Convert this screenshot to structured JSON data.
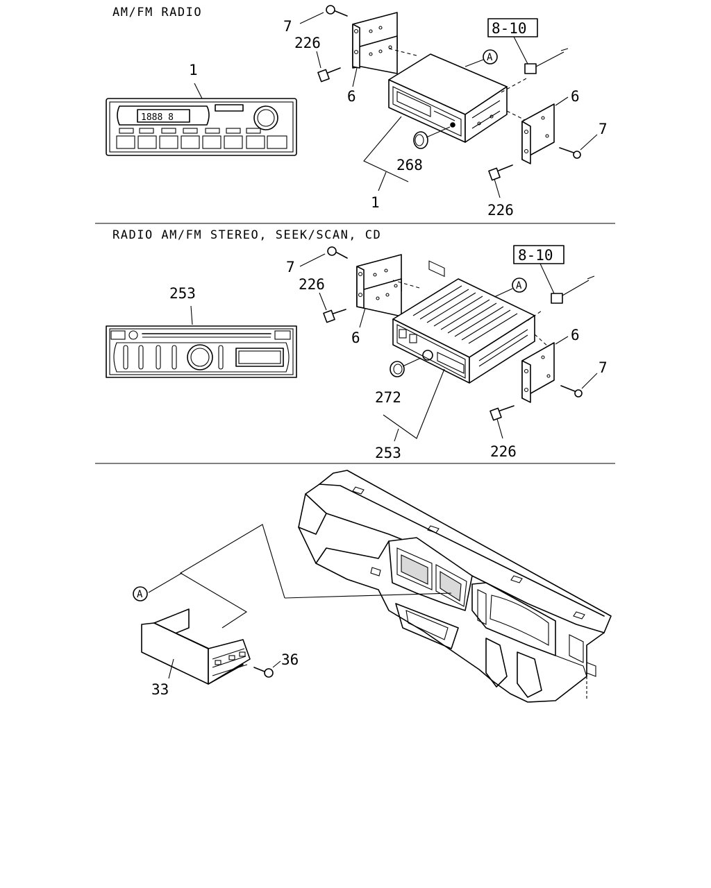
{
  "sections": [
    {
      "title": "AM/FM RADIO",
      "callouts": {
        "radio_front": "1",
        "radio_unit": "1",
        "knob": "268",
        "screw_top": "7",
        "bolt_top": "226",
        "bracket_left": "6",
        "bracket_right": "6",
        "screw_right": "7",
        "bolt_bottom": "226",
        "ref_box": "8-10",
        "ref_circle": "A"
      },
      "display_text": "1888 8"
    },
    {
      "title": "RADIO AM/FM STEREO, SEEK/SCAN, CD",
      "callouts": {
        "radio_front": "253",
        "radio_unit": "253",
        "knob": "272",
        "screw_top": "7",
        "bolt_top": "226",
        "bracket_left": "6",
        "bracket_right": "6",
        "screw_right": "7",
        "bolt_bottom": "226",
        "ref_box": "8-10",
        "ref_circle": "A"
      }
    },
    {
      "callouts": {
        "ref_circle": "A",
        "pocket": "33",
        "screw": "36"
      }
    }
  ]
}
